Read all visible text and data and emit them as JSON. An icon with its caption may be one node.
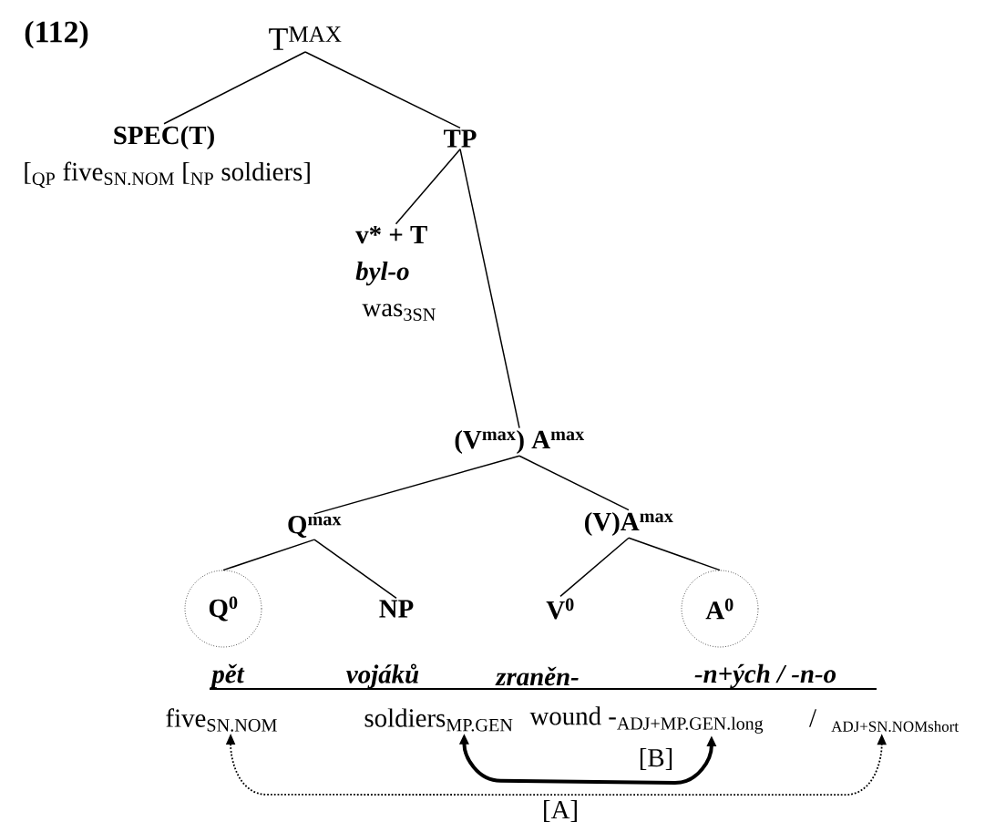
{
  "diagram": {
    "nodes": [
      {
        "text": [
          "T$^{MAX}$"
        ]
      },
      {
        "text": [
          "SPEC(T)",
          "[$_{QP}$ five$_{SN.NOM}$ [$_{NP}$ soldiers]"
        ]
      },
      {
        "text": [
          "TP"
        ]
      },
      {
        "text": [
          "v* + T",
          "byl-o",
          "was$_{3SN}$"
        ]
      },
      {
        "text": [
          "(V$^{max}$) A$^{max}$"
        ]
      },
      {
        "text": [
          "Q$^{max}$"
        ]
      },
      {
        "text": [
          "(V)A$^{max}$"
        ]
      },
      {
        "text": [
          "Q$^{0}$"
        ]
      },
      {
        "text": [
          "NP"
        ]
      },
      {
        "text": [
          "V$^{0}$"
        ]
      },
      {
        "text": [
          "A$^{0}$"
        ]
      },
      {
        "text": [
          "five$_{SN.NOM}$"
        ]
      },
      {
        "text": [
          "soldiers$_{MP.GEN}$"
        ]
      },
      {
        "text": [
          "wound -",
          "ADJ+MP.GEN.long"
        ]
      },
      {
        "text": [
          "ADJ+SN.NOMshort"
        ]
      }
    ],
    "edges": [
      {
        "from": 0,
        "to": 1,
        "arrow": "none"
      },
      {
        "from": 0,
        "to": 2,
        "arrow": "none"
      },
      {
        "from": 2,
        "to": 3,
        "arrow": "none"
      },
      {
        "from": 2,
        "to": 4,
        "arrow": "none"
      },
      {
        "from": 4,
        "to": 5,
        "arrow": "none"
      },
      {
        "from": 4,
        "to": 6,
        "arrow": "none"
      },
      {
        "from": 5,
        "to": 7,
        "arrow": "none"
      },
      {
        "from": 5,
        "to": 8,
        "arrow": "none"
      },
      {
        "from": 6,
        "to": 9,
        "arrow": "none"
      },
      {
        "from": 6,
        "to": 10,
        "arrow": "none"
      },
      {
        "from": 11,
        "to": 14,
        "arrow": "both",
        "style": "dashed",
        "label": "[A]"
      },
      {
        "from": 12,
        "to": 13,
        "arrow": "both",
        "style": "thick",
        "label": "[B]"
      }
    ],
    "labels": [
      "(112)",
      "pět",
      "vojáků",
      "zraněn-",
      "-n+ých / -n-o",
      "/"
    ]
  }
}
